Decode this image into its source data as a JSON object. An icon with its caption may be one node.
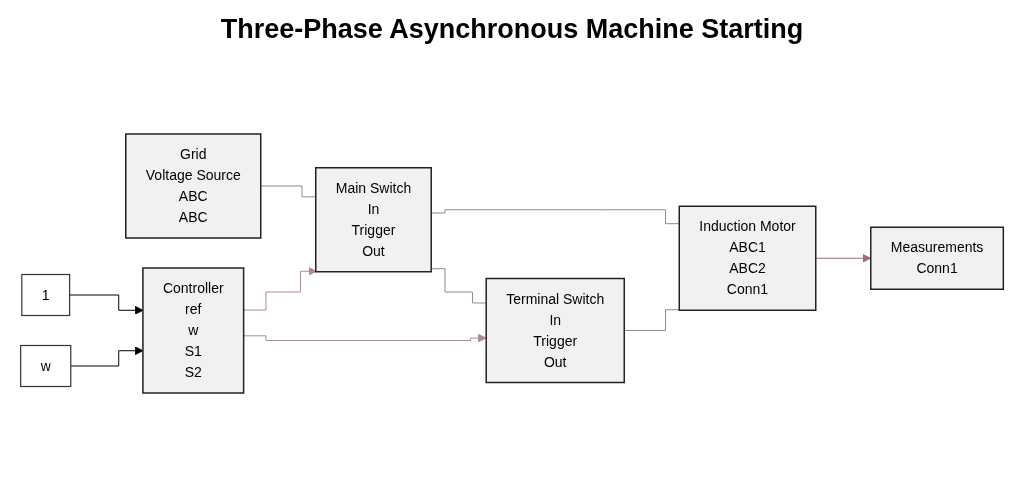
{
  "diagram": {
    "title": "Three-Phase Asynchronous Machine Starting",
    "nodes": [
      {
        "text": [
          "Grid",
          "Voltage Source",
          "ABC",
          "ABC"
        ]
      },
      {
        "text": [
          "Main Switch",
          "In",
          "Trigger",
          "Out"
        ]
      },
      {
        "text": [
          "Terminal Switch",
          "In",
          "Trigger",
          "Out"
        ]
      },
      {
        "text": [
          "Induction Motor",
          "ABC1",
          "ABC2",
          "Conn1"
        ]
      },
      {
        "text": [
          "Measurements",
          "Conn1"
        ]
      },
      {
        "text": [
          "1"
        ]
      },
      {
        "text": [
          "w"
        ]
      },
      {
        "text": [
          "Controller",
          "ref",
          "w",
          "S1",
          "S2"
        ]
      }
    ],
    "edges": [
      {
        "from": 0,
        "to": 1,
        "arrow": "none"
      },
      {
        "from": 1,
        "to": 3,
        "arrow": "none"
      },
      {
        "from": 1,
        "to": 2,
        "arrow": "none"
      },
      {
        "from": 2,
        "to": 3,
        "arrow": "none"
      },
      {
        "from": 3,
        "to": 4,
        "arrow": "to",
        "color": "#a06a6a"
      },
      {
        "from": 5,
        "to": 7,
        "arrow": "to",
        "color": "#000000"
      },
      {
        "from": 6,
        "to": 7,
        "arrow": "to",
        "color": "#000000"
      },
      {
        "from": 7,
        "to": 1,
        "arrow": "to",
        "color": "#b08a8a"
      },
      {
        "from": 7,
        "to": 2,
        "arrow": "to",
        "color": "#b08a8a"
      }
    ]
  }
}
